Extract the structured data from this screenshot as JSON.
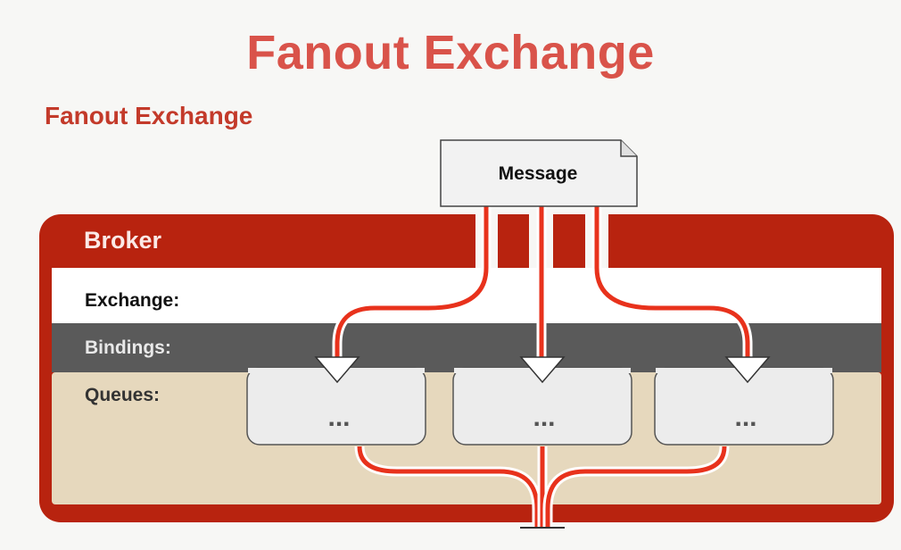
{
  "slide": {
    "title": "Fanout Exchange"
  },
  "diagram": {
    "title": "Fanout Exchange",
    "message_label": "Message",
    "broker_label": "Broker",
    "rows": {
      "exchange": "Exchange:",
      "bindings": "Bindings:",
      "queues": "Queues:"
    },
    "queues": [
      {
        "label": "..."
      },
      {
        "label": "..."
      },
      {
        "label": "..."
      }
    ]
  },
  "colors": {
    "title_red": "#d9534a",
    "broker_red": "#b8230f",
    "flow_red": "#e8321c",
    "bindings_gray": "#5a5a5a",
    "queues_tan": "#e6d8bd",
    "exchange_white": "#ffffff"
  }
}
